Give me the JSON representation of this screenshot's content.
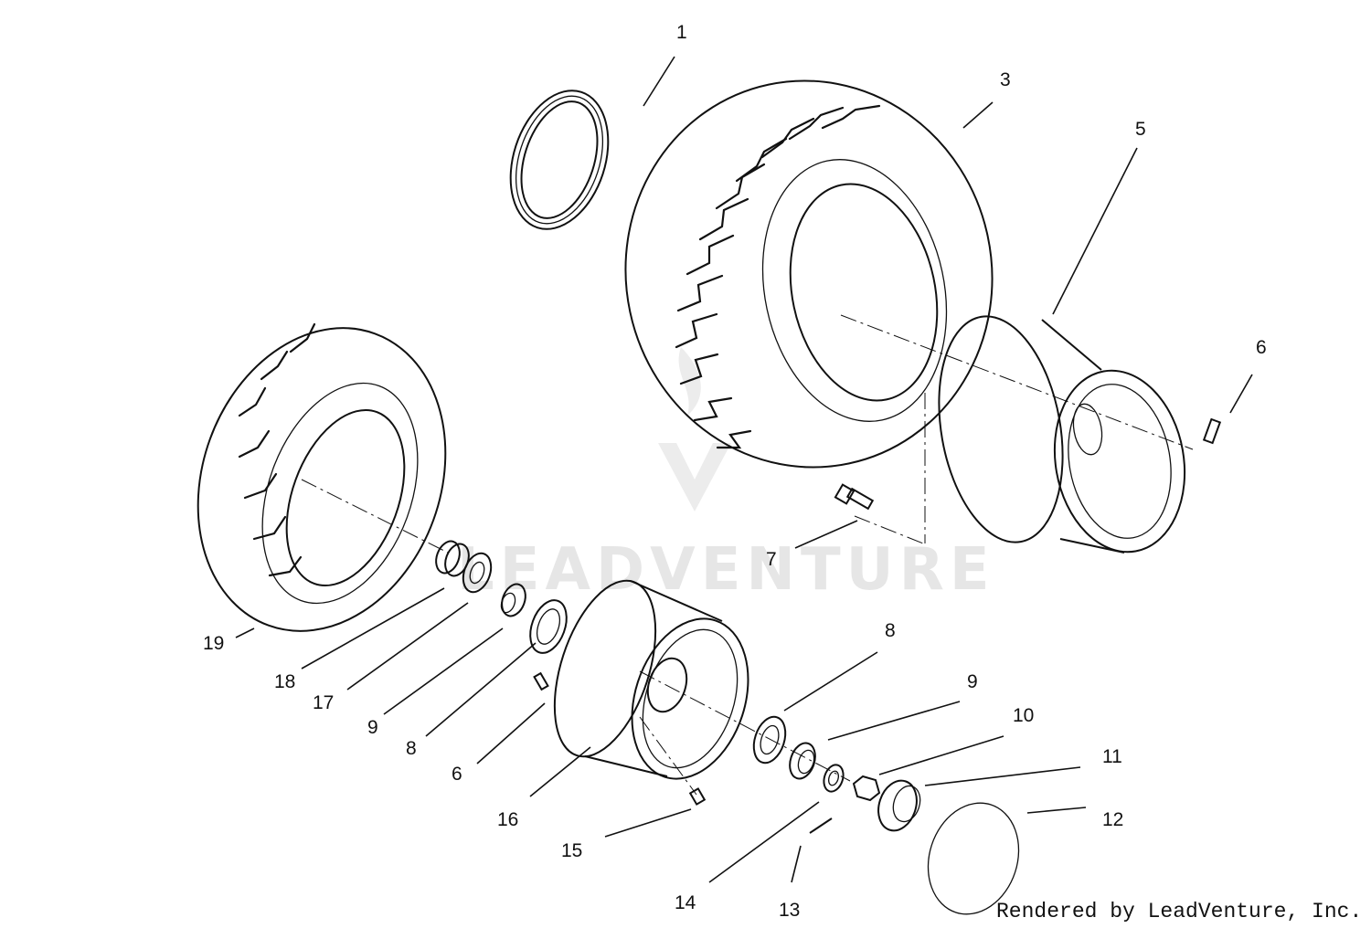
{
  "diagram": {
    "callouts": [
      {
        "id": "c1",
        "label": "1"
      },
      {
        "id": "c3",
        "label": "3"
      },
      {
        "id": "c5",
        "label": "5"
      },
      {
        "id": "c6a",
        "label": "6"
      },
      {
        "id": "c7",
        "label": "7"
      },
      {
        "id": "c19",
        "label": "19"
      },
      {
        "id": "c18",
        "label": "18"
      },
      {
        "id": "c17",
        "label": "17"
      },
      {
        "id": "c9a",
        "label": "9"
      },
      {
        "id": "c8a",
        "label": "8"
      },
      {
        "id": "c6b",
        "label": "6"
      },
      {
        "id": "c16",
        "label": "16"
      },
      {
        "id": "c15",
        "label": "15"
      },
      {
        "id": "c8b",
        "label": "8"
      },
      {
        "id": "c9b",
        "label": "9"
      },
      {
        "id": "c10",
        "label": "10"
      },
      {
        "id": "c11",
        "label": "11"
      },
      {
        "id": "c12",
        "label": "12"
      },
      {
        "id": "c13",
        "label": "13"
      },
      {
        "id": "c14",
        "label": "14"
      }
    ],
    "credit": "Rendered by LeadVenture, Inc.",
    "watermark": "LEADVENTURE"
  }
}
